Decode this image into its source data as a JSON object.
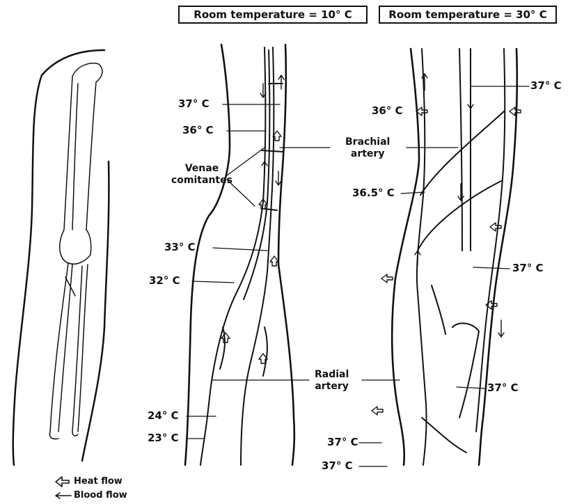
{
  "titles": {
    "left": "Room temperature = 10° C",
    "right": "Room temperature = 30° C"
  },
  "labels_cold": {
    "t37": "37° C",
    "t36": "36° C",
    "venae": "Venae\ncomitantes",
    "t33": "33° C",
    "t32": "32° C",
    "t24": "24° C",
    "t23": "23° C"
  },
  "labels_mid": {
    "brachial": "Brachial\nartery",
    "radial": "Radial\nartery"
  },
  "labels_warm": {
    "t37_top": "37° C",
    "t36": "36° C",
    "t36_5": "36.5° C",
    "t37_mid": "37° C",
    "t37_lower": "37° C",
    "t37_bottom1": "37° C",
    "t37_bottom2": "37° C"
  },
  "legend": {
    "heat": "Heat flow",
    "blood": "Blood flow"
  }
}
